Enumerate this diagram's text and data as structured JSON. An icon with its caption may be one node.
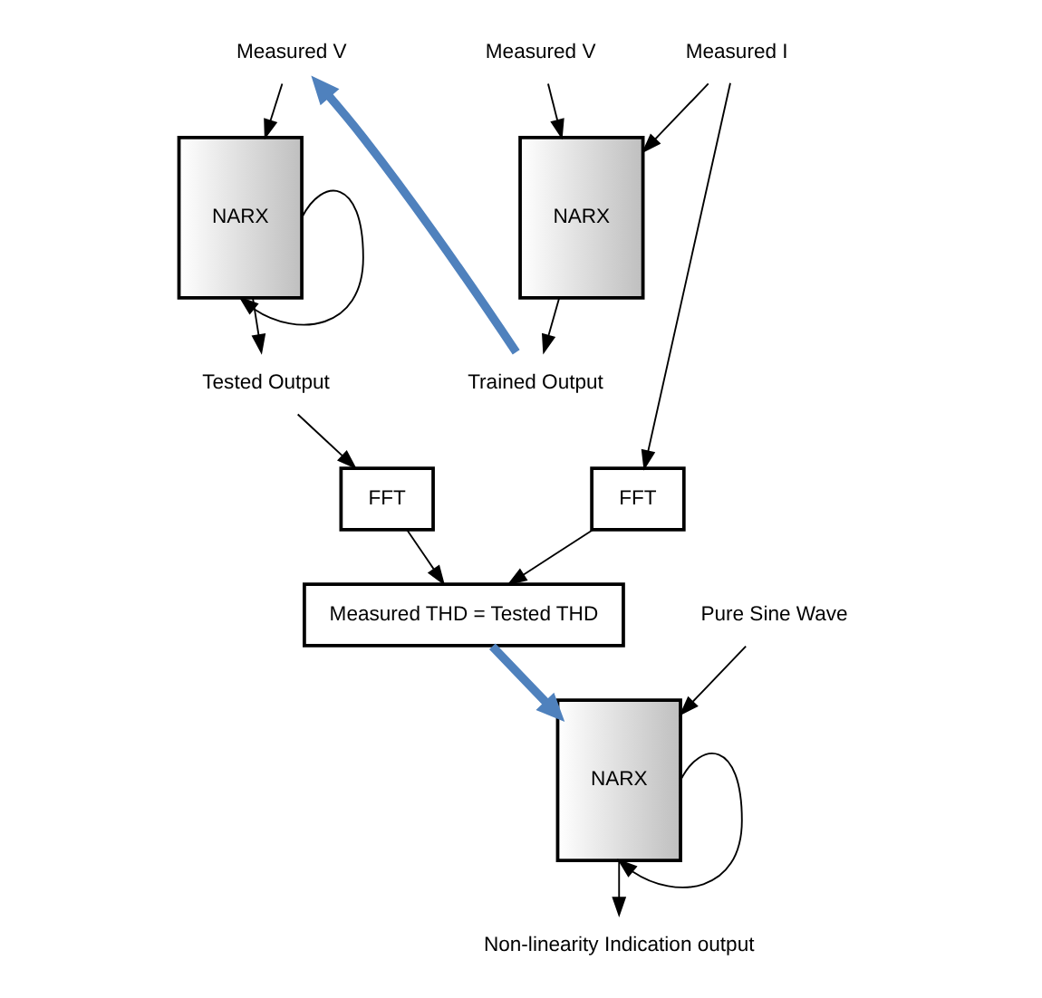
{
  "diagram": {
    "nodes": [
      {
        "text": [
          "Measured V"
        ]
      },
      {
        "text": [
          "Measured I"
        ]
      },
      {
        "text": [
          "NARX"
        ]
      },
      {
        "text": [
          "Trained Output"
        ]
      },
      {
        "text": [
          "FFT"
        ]
      },
      {
        "text": [
          "Measured V"
        ]
      },
      {
        "text": [
          "NARX"
        ]
      },
      {
        "text": [
          "Tested Output"
        ]
      },
      {
        "text": [
          "FFT"
        ]
      },
      {
        "text": [
          "Measured THD = Tested THD"
        ]
      },
      {
        "text": [
          "Pure Sine Wave"
        ]
      },
      {
        "text": [
          "NARX"
        ]
      },
      {
        "text": [
          "Non-linearity Indication output"
        ]
      }
    ],
    "edges": [
      {
        "from": 0,
        "to": 2,
        "arrow": "to"
      },
      {
        "from": 1,
        "to": 2,
        "arrow": "to"
      },
      {
        "from": 2,
        "to": 3,
        "arrow": "to"
      },
      {
        "from": 1,
        "to": 4,
        "arrow": "to"
      },
      {
        "from": 3,
        "to": 5,
        "arrow": "to",
        "style": "thick",
        "color": "#4f81bd"
      },
      {
        "from": 5,
        "to": 6,
        "arrow": "to"
      },
      {
        "from": 6,
        "to": 7,
        "arrow": "to"
      },
      {
        "from": 6,
        "to": 6,
        "arrow": "to"
      },
      {
        "from": 7,
        "to": 8,
        "arrow": "to"
      },
      {
        "from": 4,
        "to": 9,
        "arrow": "to"
      },
      {
        "from": 8,
        "to": 9,
        "arrow": "to"
      },
      {
        "from": 9,
        "to": 11,
        "arrow": "to",
        "style": "thick",
        "color": "#4f81bd"
      },
      {
        "from": 10,
        "to": 11,
        "arrow": "to"
      },
      {
        "from": 11,
        "to": 12,
        "arrow": "to"
      },
      {
        "from": 11,
        "to": 11,
        "arrow": "to"
      }
    ]
  }
}
